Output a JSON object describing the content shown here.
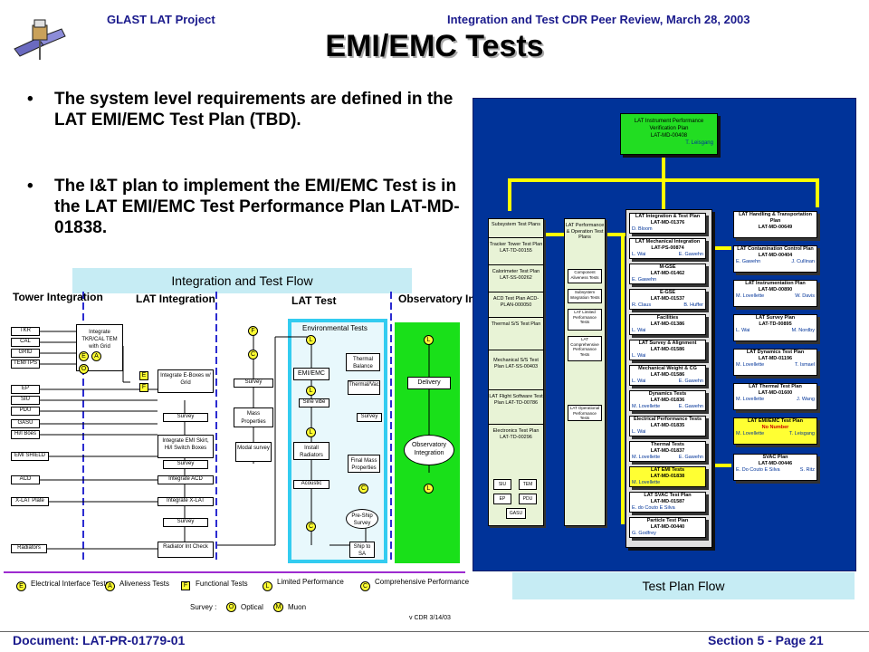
{
  "header": {
    "project": "GLAST LAT Project",
    "review": "Integration and Test CDR Peer Review, March 28, 2003"
  },
  "title": "EMI/EMC Tests",
  "bullets": [
    {
      "symbol": "•",
      "text": "The system level requirements are defined in the LAT EMI/EMC Test Plan (TBD)."
    },
    {
      "symbol": "•",
      "text": "The I&T plan to implement the EMI/EMC Test is in the LAT EMI/EMC Test Performance Plan LAT-MD-01838."
    }
  ],
  "captions": {
    "flow": "Integration and Test Flow",
    "plan": "Test Plan Flow"
  },
  "footer": {
    "document": "Document: LAT-PR-01779-01",
    "page": "Section 5 - Page 21"
  },
  "flow": {
    "headers": {
      "tower": "Tower Integration",
      "lat_int": "LAT Integration",
      "lat_test": "LAT Test",
      "obs": "Observatory Integration"
    },
    "left_labels": [
      "TKR",
      "CAL",
      "GRID",
      "TEM/TPS",
      "EP",
      "SIU",
      "PDU",
      "GASU",
      "Hi/l Boés",
      "EMI SHIELD",
      "ACD",
      "X-LAT Plate",
      "Radiators"
    ],
    "tower_box": "Integrate TKR/CAL TEM with Grid",
    "int_boxes": [
      "Integrate E-Boxes w/ Grid",
      "Survey",
      "Integrate EMI Skirt, Hi/l Switch Boxes",
      "Survey",
      "Integrate ACD",
      "Integrate X-LAT",
      "Survey",
      "Radiator Int Check"
    ],
    "mid_boxes": [
      "Survey",
      "Mass Properties",
      "Modal survey"
    ],
    "env_title": "Environmental Tests",
    "env_boxes": [
      "EMI/EMC",
      "Thermal Balance",
      "Sine vibe",
      "Thermal/Vac",
      "Survey",
      "Install Radiators",
      "Acoustic",
      "Final Mass Properties",
      "Pre-Ship Survey",
      "Ship to SA"
    ],
    "obs_boxes": [
      "Delivery",
      "Observatory Integration"
    ],
    "legend": {
      "e": "Electrical Interface Tests",
      "a": "Aliveness Tests",
      "f": "Functional Tests",
      "l": "Limited Performance",
      "c": "Comprehensive Performance",
      "survey": "Survey :",
      "optical": "Optical",
      "muon": "Muon",
      "version": "v CDR 3/14/03"
    }
  },
  "plan": {
    "top": [
      "LAT Instrument Performance Verification Plan",
      "LAT-MD-00408",
      "T. Leisgang"
    ],
    "left_col": [
      "Subsystem Test Plans",
      "Tracker Tower Test Plan LAT-TD-00155",
      "Calorimeter Test Plan LAT-SS-00262",
      "ACD Test Plan ACD-PLAN-000050",
      "Thermal S/S Test Plan",
      "Mechanical S/S Test Plan LAT-SS-00403",
      "LAT Flight Software Test Plan LAT-TD-00786",
      "Electronics Test Plan LAT-TD-00296"
    ],
    "elec_sub": [
      "SIU",
      "TEM",
      "EP",
      "PDU",
      "GASU"
    ],
    "perf_col": [
      "LAT Performance & Operation Test Plans",
      "Component Aliveness Tests",
      "Subsystem Integration Tests",
      "LAT Limited Performance Tests",
      "LAT Comprehensive Performance Tests",
      "LAT Operational Performance Tests"
    ],
    "center": [
      {
        "t": "LAT Integration & Test Plan",
        "id": "LAT-MD-01376",
        "a": "D. Bloom",
        "b": ""
      },
      {
        "t": "LAT Mechanical Integration",
        "id": "LAT-PS-00874",
        "a": "L. Wai",
        "b": "E. Gawehn"
      },
      {
        "t": "M-GSE",
        "id": "LAT-MD-01462",
        "a": "E. Gawehn",
        "b": ""
      },
      {
        "t": "E-GSE",
        "id": "LAT-MD-01537",
        "a": "R. Claus",
        "b": "B. Huffer"
      },
      {
        "t": "Facilities",
        "id": "LAT-MD-01386",
        "a": "L. Wai",
        "b": ""
      },
      {
        "t": "LAT Survey & Alignment",
        "id": "LAT-MD-01586",
        "a": "L. Wai",
        "b": ""
      },
      {
        "t": "Mechanical Weight & CG",
        "id": "LAT-MD-01586",
        "a": "L. Wai",
        "b": "E. Gawehn"
      },
      {
        "t": "Dynamics Tests",
        "id": "LAT-MD-01836",
        "a": "M. Lovellette",
        "b": "E. Gawehn"
      },
      {
        "t": "Electrical Performance Tests",
        "id": "LAT-MD-01835",
        "a": "L. Wai",
        "b": ""
      },
      {
        "t": "Thermal Tests",
        "id": "LAT-MD-01837",
        "a": "M. Lovellette",
        "b": "E. Gawehn"
      },
      {
        "t": "LAT EMI Tests",
        "id": "LAT-MD-01838",
        "a": "M. Lovellette",
        "b": ""
      },
      {
        "t": "LAT SVAC Test Plan",
        "id": "LAT-MD-01587",
        "a": "E. do Couto E Silva",
        "b": ""
      },
      {
        "t": "Particle Test Plan",
        "id": "LAT-MD-00440",
        "a": "G. Godfrey",
        "b": ""
      }
    ],
    "right": [
      {
        "t": "LAT Handling & Transportation Plan",
        "id": "LAT-MD-00649",
        "a": "",
        "b": ""
      },
      {
        "t": "LAT Contamination Control Plan",
        "id": "LAT-MD-00404",
        "a": "E. Gawehn",
        "b": "J. Cullinan"
      },
      {
        "t": "LAT Instrumentation Plan",
        "id": "LAT-MD-00890",
        "a": "M. Lovellette",
        "b": "W. Davis"
      },
      {
        "t": "LAT Survey Plan",
        "id": "LAT-TD-00895",
        "a": "L. Wai",
        "b": "M. Nordby"
      },
      {
        "t": "LAT Dynamics Test Plan",
        "id": "LAT-MD-01196",
        "a": "M. Lovellette",
        "b": "T. Ismael"
      },
      {
        "t": "LAT Thermal Test Plan",
        "id": "LAT-MD-01600",
        "a": "M. Lovellette",
        "b": "J. Wang"
      },
      {
        "t": "LAT EMI/EMC Test Plan",
        "id": "No Number",
        "a": "M. Lovellette",
        "b": "T. Leisgang"
      },
      {
        "t": "SVAC Plan",
        "id": "LAT-MD-00446",
        "a": "E. Do Couto E Silva",
        "b": "S. Ritz"
      }
    ]
  }
}
